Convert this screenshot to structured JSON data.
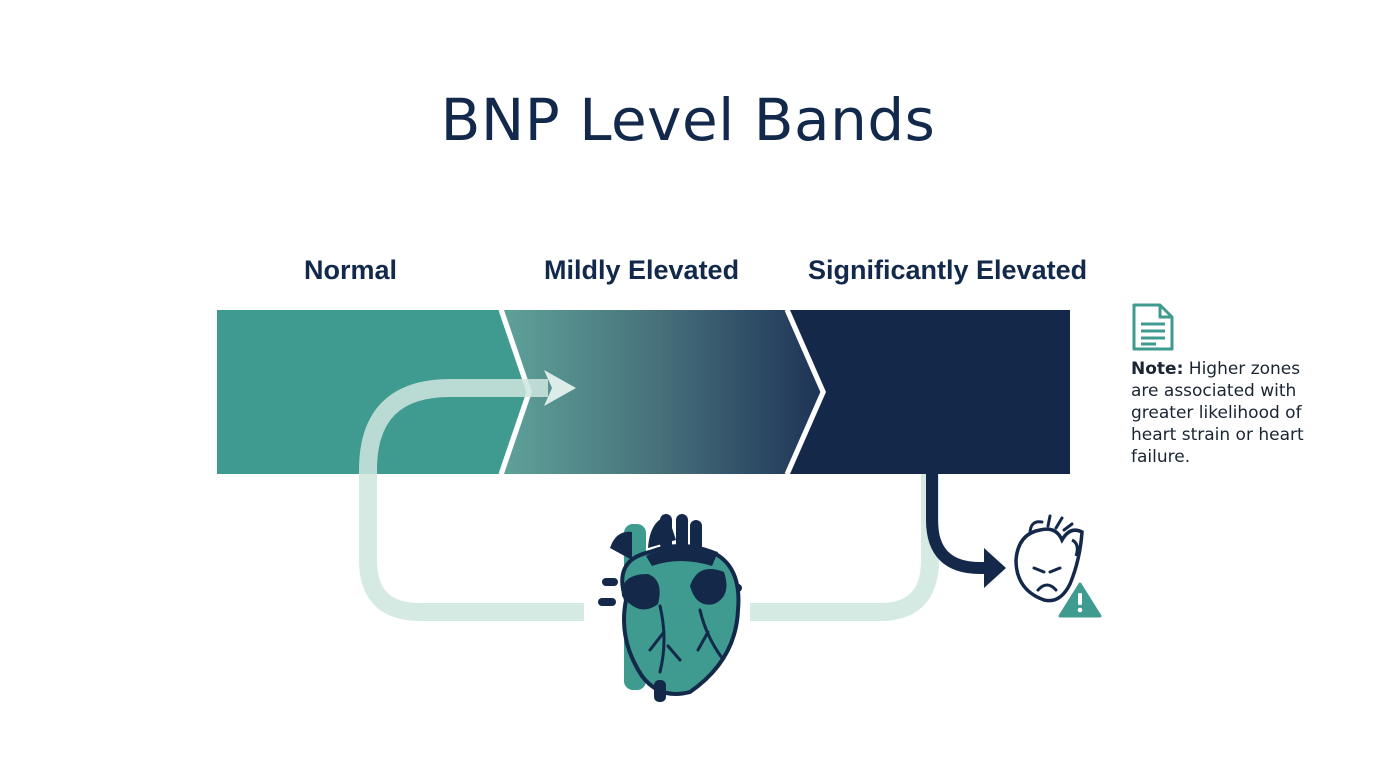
{
  "title": "BNP Level Bands",
  "bands": [
    {
      "label": "Normal",
      "color": "#3f9a8f"
    },
    {
      "label": "Mildly Elevated",
      "color": "#4f8a8a"
    },
    {
      "label": "Significantly Elevated",
      "color": "#14284a"
    }
  ],
  "note": {
    "lead": "Note:",
    "text": "Higher zones are associated with greater likelihood of heart strain or heart failure."
  },
  "icons": {
    "note": "document-icon",
    "heart": "heart-icon",
    "distressed_heart": "distressed-heart-icon",
    "warning": "warning-icon"
  },
  "colors": {
    "teal": "#3f9a8f",
    "navy": "#14284a",
    "light_teal": "#cfe6df",
    "title": "#13294b"
  }
}
